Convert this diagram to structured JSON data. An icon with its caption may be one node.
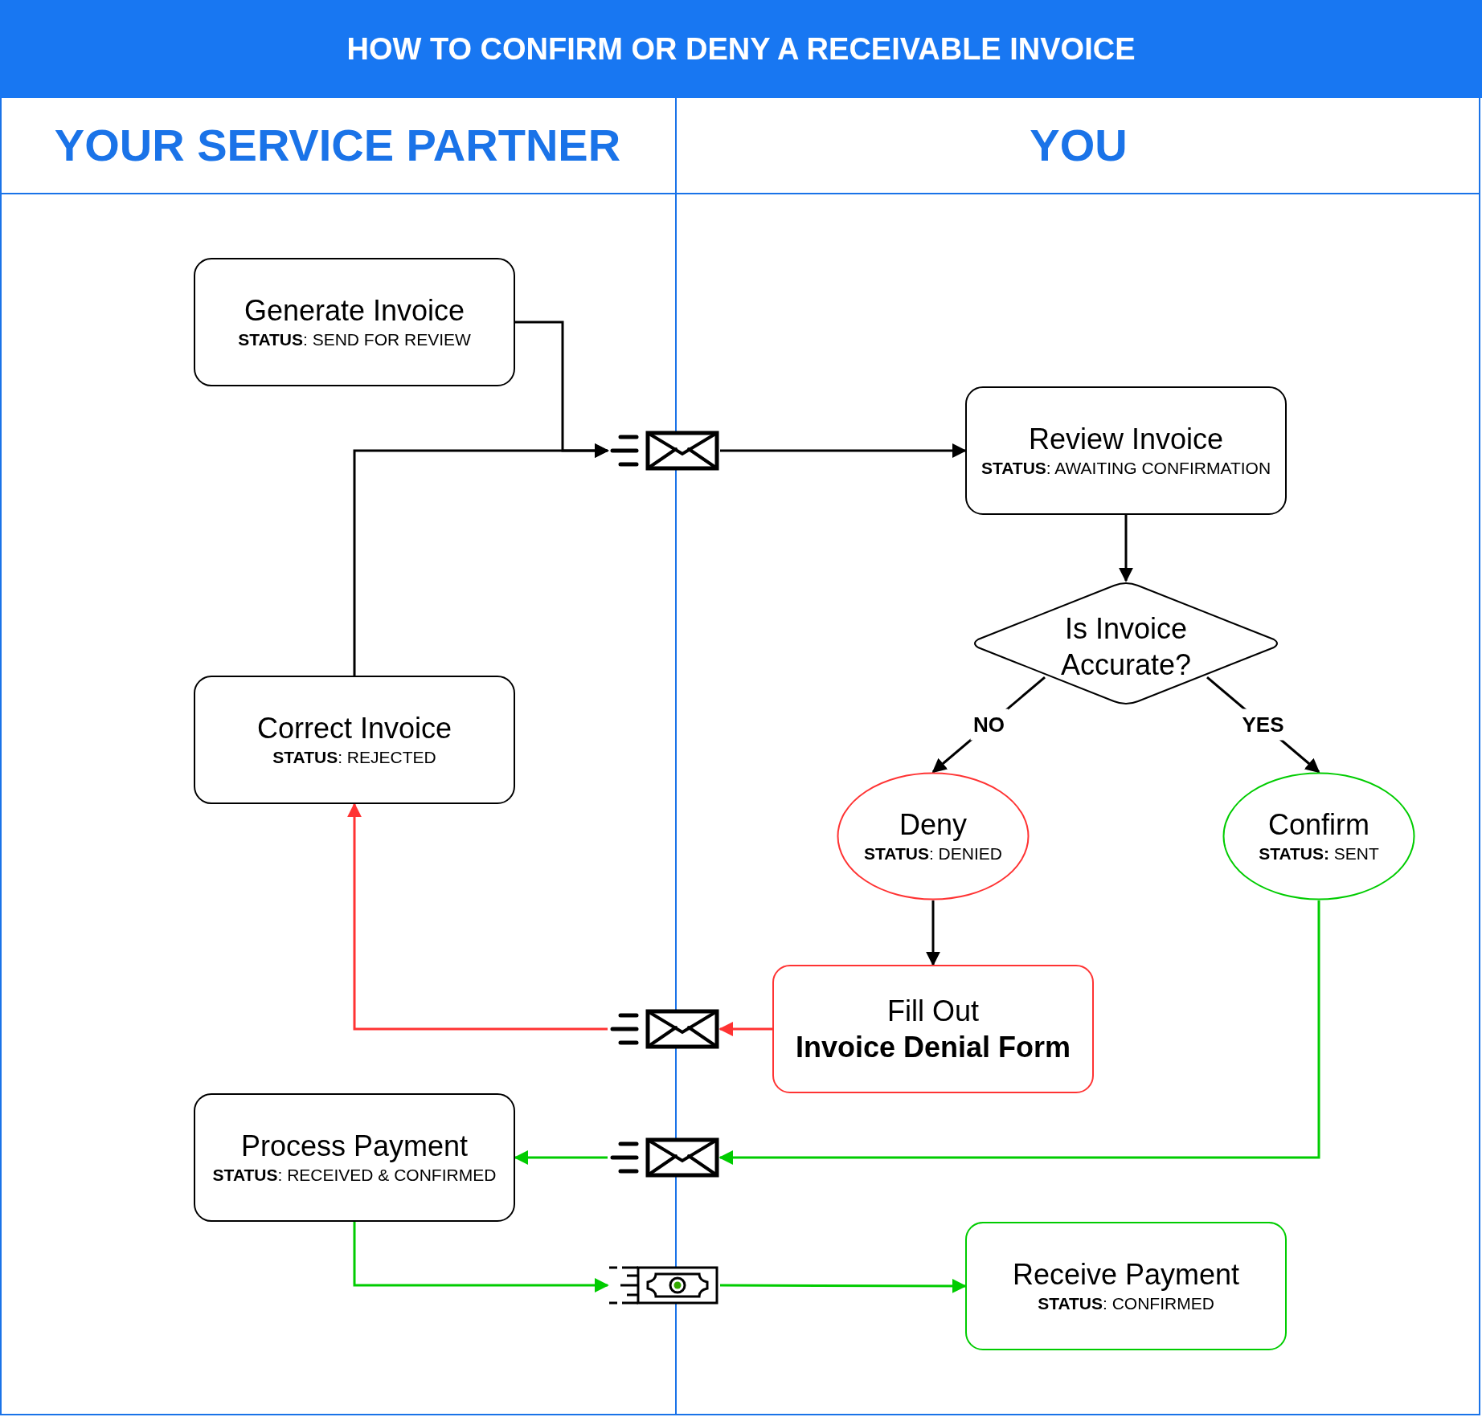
{
  "diagram": {
    "title": "HOW TO CONFIRM OR DENY A RECEIVABLE INVOICE",
    "nodes": [
      {
        "text": [
          "YOUR SERVICE PARTNER"
        ]
      },
      {
        "text": [
          "YOU"
        ]
      },
      {
        "text": [
          "Generate Invoice",
          "**STATUS**: SEND FOR REVIEW"
        ],
        "in": 0
      },
      {
        "text": [],
        "shape": "envelope"
      },
      {
        "text": [
          "Review Invoice",
          "**STATUS**: AWAITING CONFIRMATION"
        ],
        "in": 1
      },
      {
        "text": [
          "Is Invoice Accurate?"
        ],
        "in": 1
      },
      {
        "text": [
          "Correct Invoice",
          "**STATUS**: REJECTED"
        ],
        "in": 0
      },
      {
        "text": [
          "Deny",
          "**STATUS**: DENIED"
        ],
        "in": 1
      },
      {
        "text": [
          "Confirm",
          "**STATUS:** SENT"
        ],
        "in": 1
      },
      {
        "text": [
          "Fill Out",
          "Invoice Denial Form"
        ],
        "in": 1
      },
      {
        "text": [],
        "shape": "envelope"
      },
      {
        "text": [
          "Process Payment",
          "**STATUS**: RECEIVED & CONFIRMED"
        ],
        "in": 0
      },
      {
        "text": [],
        "shape": "envelope"
      },
      {
        "text": [],
        "shape": "banknote"
      },
      {
        "text": [
          "Receive Payment",
          "**STATUS**: CONFIRMED"
        ],
        "in": 1
      }
    ],
    "edges": [
      {
        "from": 2,
        "to": 3,
        "arrow": "to"
      },
      {
        "from": 6,
        "to": 3,
        "arrow": "to"
      },
      {
        "from": 3,
        "to": 4,
        "arrow": "to"
      },
      {
        "from": 4,
        "to": 5,
        "arrow": "to"
      },
      {
        "from": 5,
        "to": 7,
        "arrow": "to",
        "label": "NO"
      },
      {
        "from": 5,
        "to": 8,
        "arrow": "to",
        "label": "YES"
      },
      {
        "from": 7,
        "to": 9,
        "arrow": "to"
      },
      {
        "from": 9,
        "to": 10,
        "arrow": "to",
        "color": "#ff3333"
      },
      {
        "from": 10,
        "to": 6,
        "arrow": "to",
        "color": "#ff3333"
      },
      {
        "from": 8,
        "to": 12,
        "arrow": "to",
        "color": "#00cc00"
      },
      {
        "from": 12,
        "to": 11,
        "arrow": "to",
        "color": "#00cc00"
      },
      {
        "from": 11,
        "to": 13,
        "arrow": "to",
        "color": "#00cc00"
      },
      {
        "from": 13,
        "to": 14,
        "arrow": "to",
        "color": "#00cc00"
      }
    ]
  }
}
